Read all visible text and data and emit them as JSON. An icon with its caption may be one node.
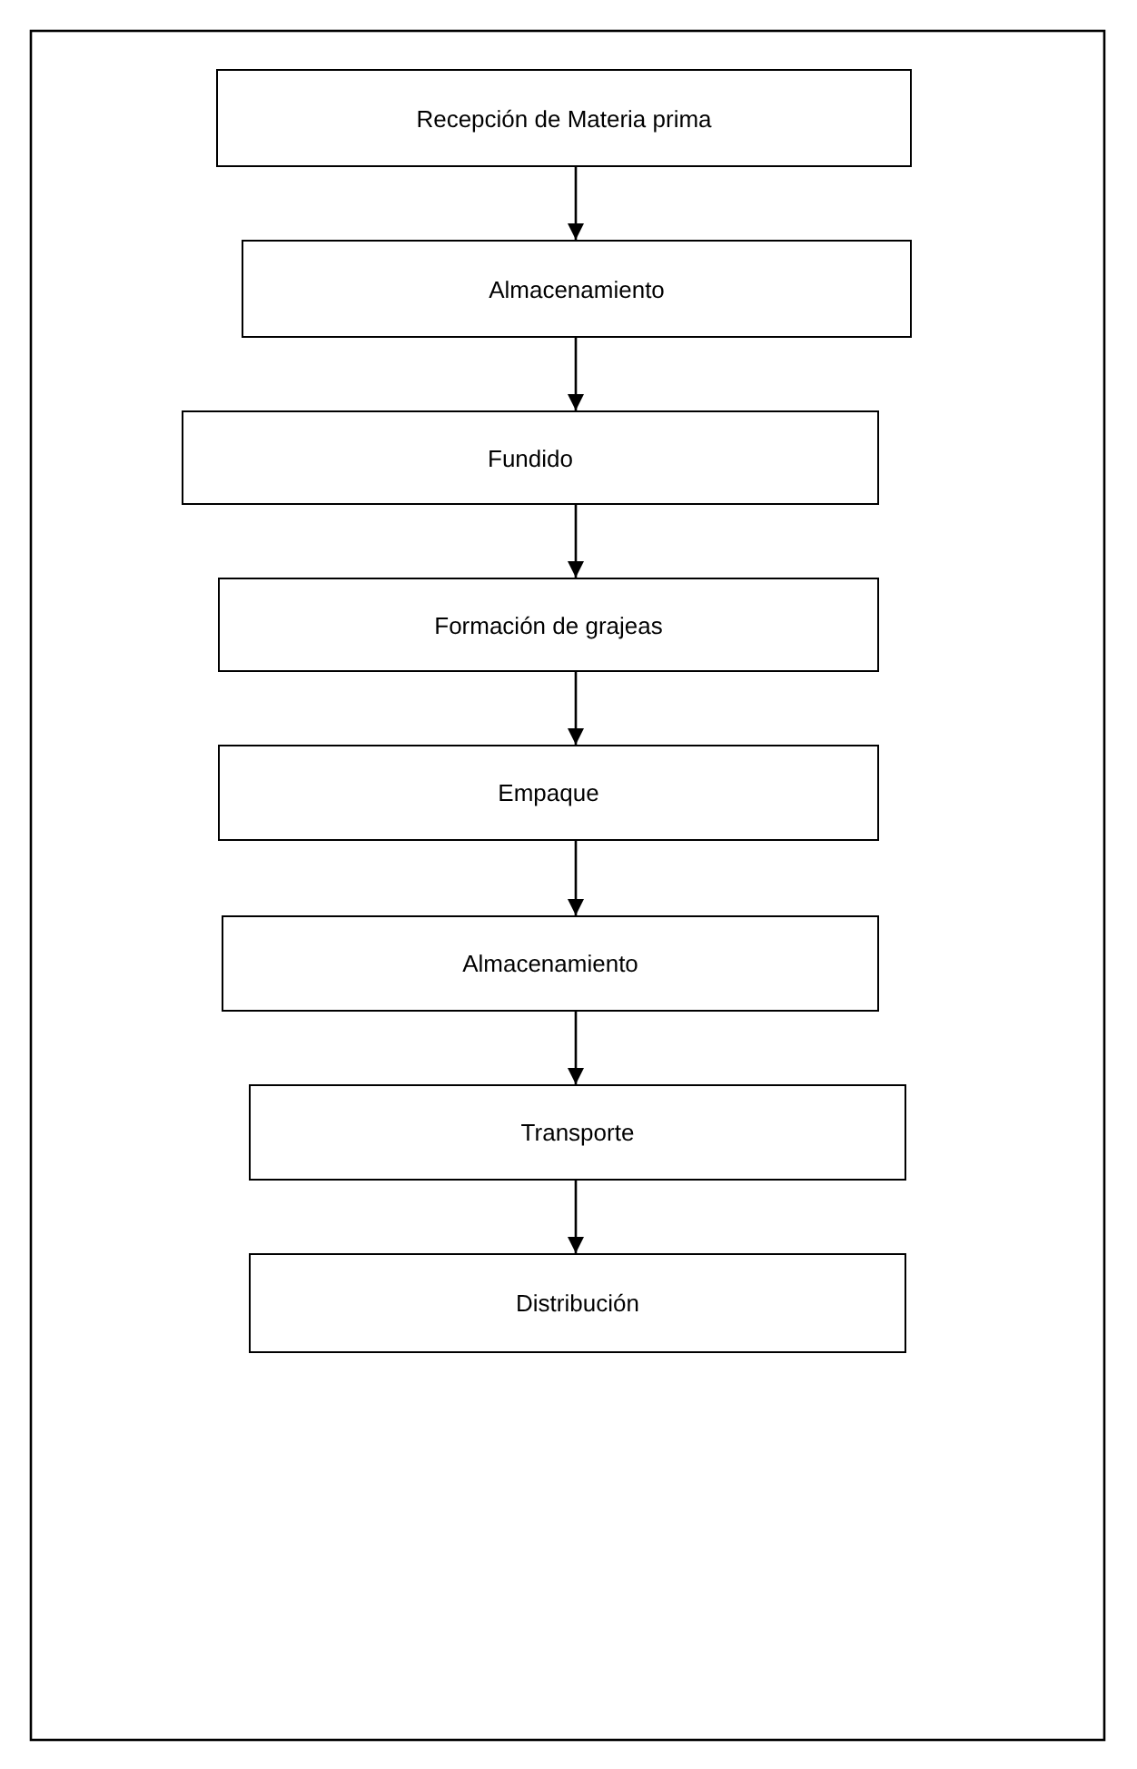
{
  "diagram": {
    "nodes": [
      {
        "text": [
          "Recepción de Materia prima"
        ]
      },
      {
        "text": [
          "Almacenamiento"
        ]
      },
      {
        "text": [
          "Fundido"
        ]
      },
      {
        "text": [
          "Formación de grajeas"
        ]
      },
      {
        "text": [
          "Empaque"
        ]
      },
      {
        "text": [
          "Almacenamiento"
        ]
      },
      {
        "text": [
          "Transporte"
        ]
      },
      {
        "text": [
          "Distribución"
        ]
      }
    ],
    "edges": [
      {
        "from": 0,
        "to": 1,
        "arrow": "to"
      },
      {
        "from": 1,
        "to": 2,
        "arrow": "to"
      },
      {
        "from": 2,
        "to": 3,
        "arrow": "to"
      },
      {
        "from": 3,
        "to": 4,
        "arrow": "to"
      },
      {
        "from": 4,
        "to": 5,
        "arrow": "to"
      },
      {
        "from": 5,
        "to": 6,
        "arrow": "to"
      },
      {
        "from": 6,
        "to": 7,
        "arrow": "to"
      }
    ]
  }
}
